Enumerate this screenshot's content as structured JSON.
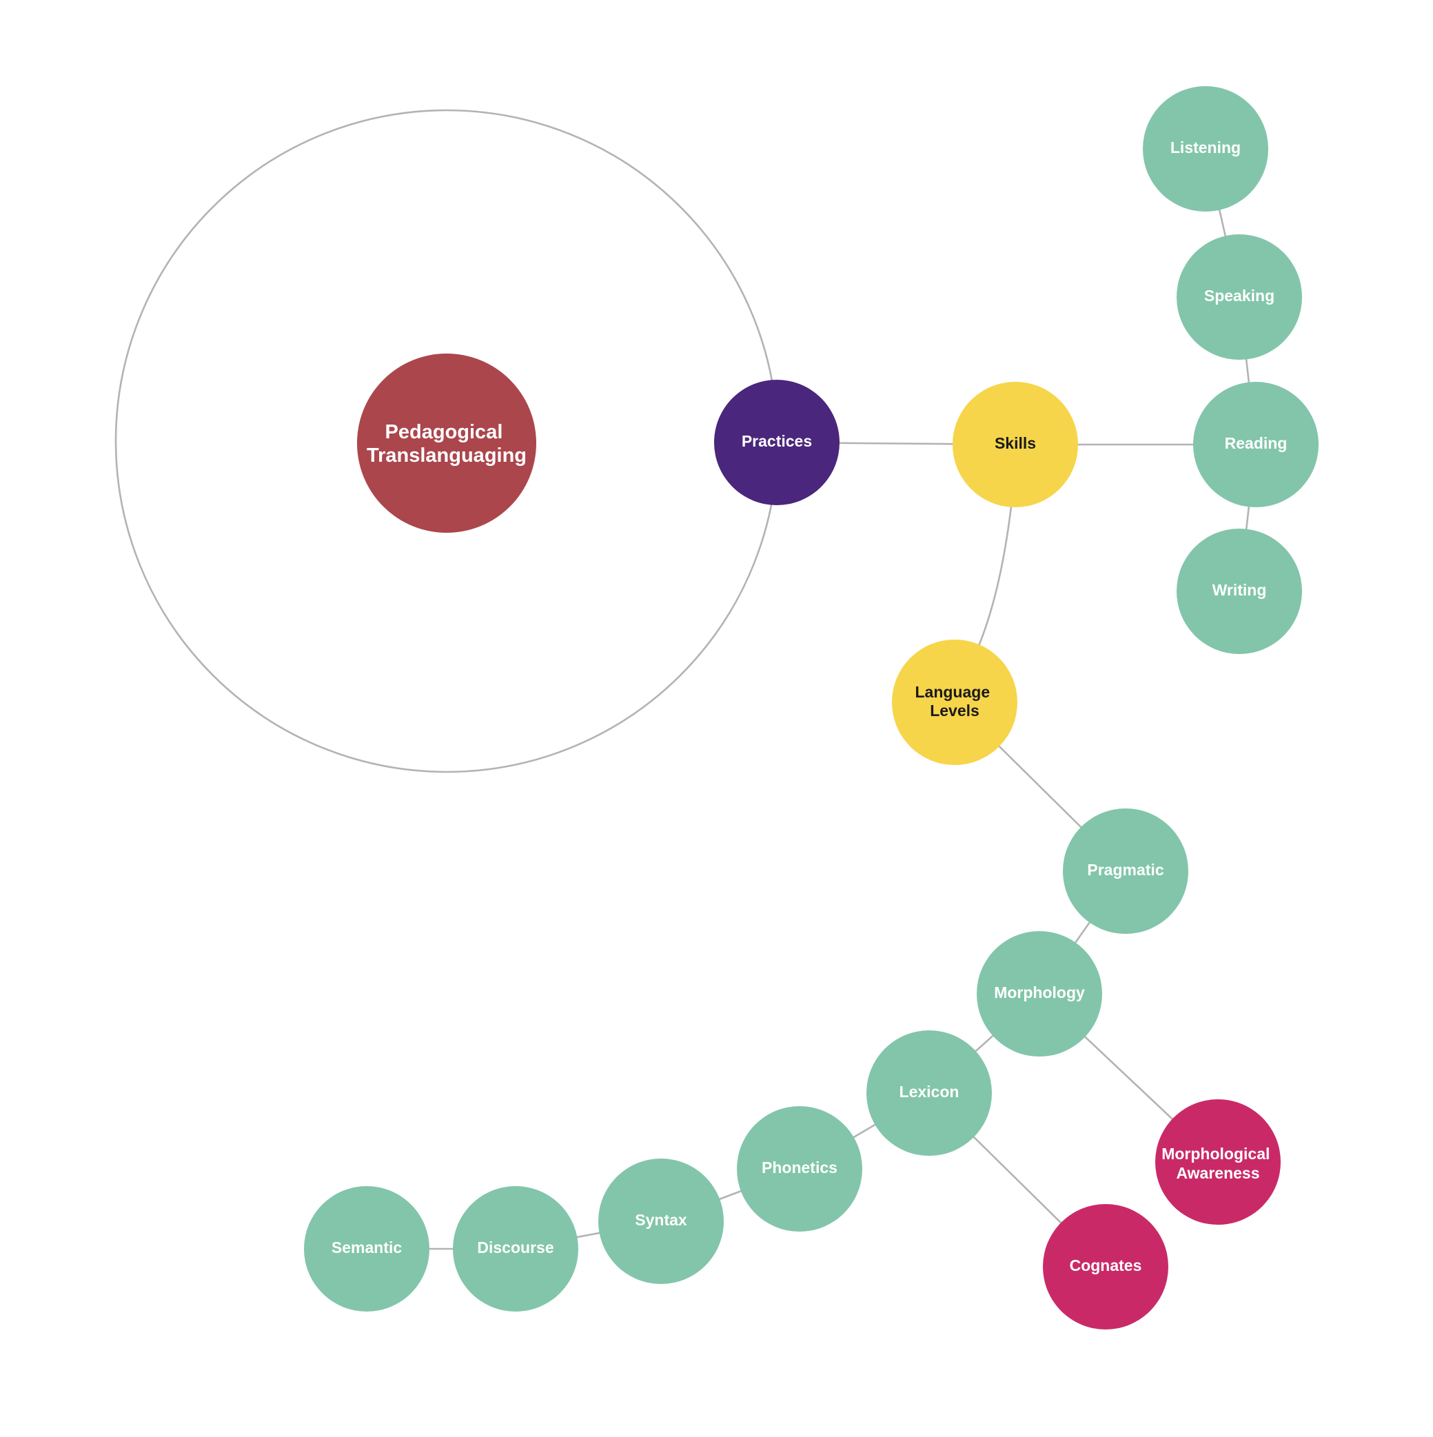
{
  "colors": {
    "root": "#ab464c",
    "practices": "#4a267c",
    "yellow": "#f6d54a",
    "teal": "#82c5ab",
    "magenta": "#c92a67",
    "edge": "#b3b3b3",
    "text_light": "#ffffff",
    "text_dark": "#1a1a1a"
  },
  "nodes": {
    "root": {
      "lines": [
        "Pedagogical",
        "Translanguaging"
      ]
    },
    "practices": {
      "lines": [
        "Practices"
      ]
    },
    "skills": {
      "lines": [
        "Skills"
      ]
    },
    "listening": {
      "lines": [
        "Listening"
      ]
    },
    "speaking": {
      "lines": [
        "Speaking"
      ]
    },
    "reading": {
      "lines": [
        "Reading"
      ]
    },
    "writing": {
      "lines": [
        "Writing"
      ]
    },
    "language_levels": {
      "lines": [
        "Language",
        "Levels"
      ]
    },
    "pragmatic": {
      "lines": [
        "Pragmatic"
      ]
    },
    "morphology": {
      "lines": [
        "Morphology"
      ]
    },
    "morphological_awareness": {
      "lines": [
        "Morphological",
        "Awareness"
      ]
    },
    "lexicon": {
      "lines": [
        "Lexicon"
      ]
    },
    "cognates": {
      "lines": [
        "Cognates"
      ]
    },
    "phonetics": {
      "lines": [
        "Phonetics"
      ]
    },
    "syntax": {
      "lines": [
        "Syntax"
      ]
    },
    "discourse": {
      "lines": [
        "Discourse"
      ]
    },
    "semantic": {
      "lines": [
        "Semantic"
      ]
    }
  },
  "edges": [
    [
      "practices",
      "skills"
    ],
    [
      "skills",
      "reading"
    ],
    [
      "listening",
      "speaking"
    ],
    [
      "speaking",
      "reading"
    ],
    [
      "reading",
      "writing"
    ],
    [
      "skills",
      "language_levels"
    ],
    [
      "language_levels",
      "pragmatic"
    ],
    [
      "pragmatic",
      "morphology"
    ],
    [
      "morphology",
      "morphological_awareness"
    ],
    [
      "morphology",
      "lexicon"
    ],
    [
      "lexicon",
      "cognates"
    ],
    [
      "lexicon",
      "phonetics"
    ],
    [
      "phonetics",
      "syntax"
    ],
    [
      "syntax",
      "discourse"
    ],
    [
      "discourse",
      "semantic"
    ]
  ]
}
